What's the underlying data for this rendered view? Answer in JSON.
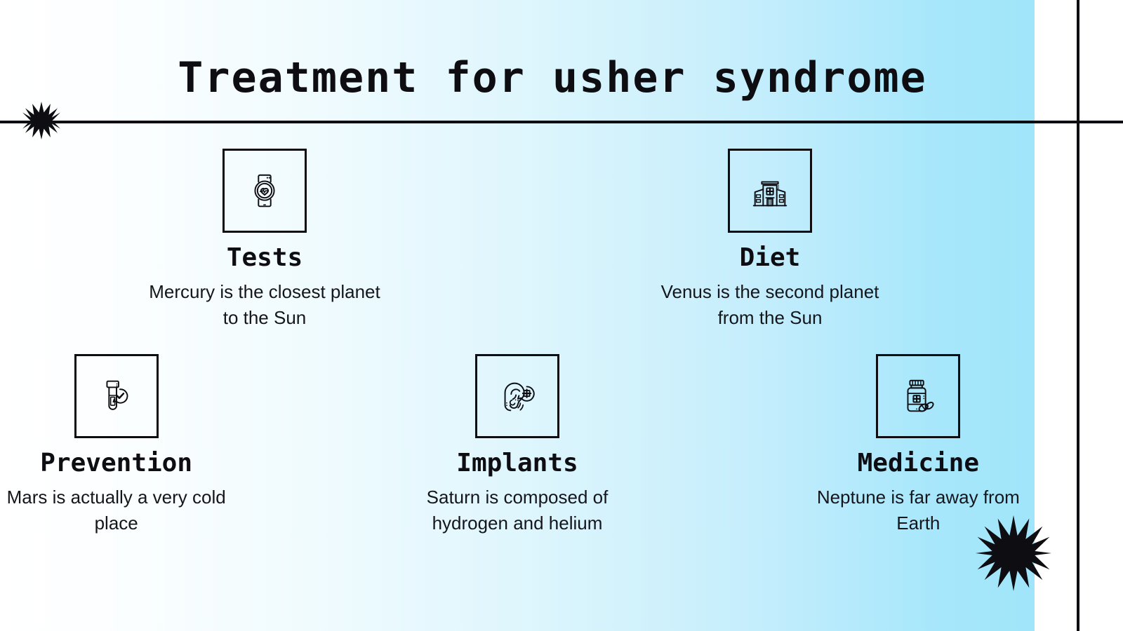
{
  "slide": {
    "title": "Treatment for usher syndrome",
    "background_gradient_from": "#ffffff",
    "background_gradient_to": "#a0e5fa",
    "line_color": "#0d0d12",
    "text_color": "#0d0d12"
  },
  "decorations": {
    "star_small_name": "starburst-small",
    "star_large_name": "starburst-large",
    "header_rule_name": "header-horizontal-rule",
    "right_rule_name": "right-vertical-rule"
  },
  "cards": [
    {
      "icon": "smartwatch-heartrate-icon",
      "title": "Tests",
      "desc": "Mercury is the closest planet to the Sun"
    },
    {
      "icon": "hospital-building-icon",
      "title": "Diet",
      "desc": "Venus is the second planet from the Sun"
    },
    {
      "icon": "test-tube-check-icon",
      "title": "Prevention",
      "desc": "Mars is actually a very cold place"
    },
    {
      "icon": "ear-hearing-aid-icon",
      "title": "Implants",
      "desc": "Saturn is composed of hydrogen and helium"
    },
    {
      "icon": "pill-bottle-icon",
      "title": "Medicine",
      "desc": "Neptune is far away from Earth"
    }
  ]
}
